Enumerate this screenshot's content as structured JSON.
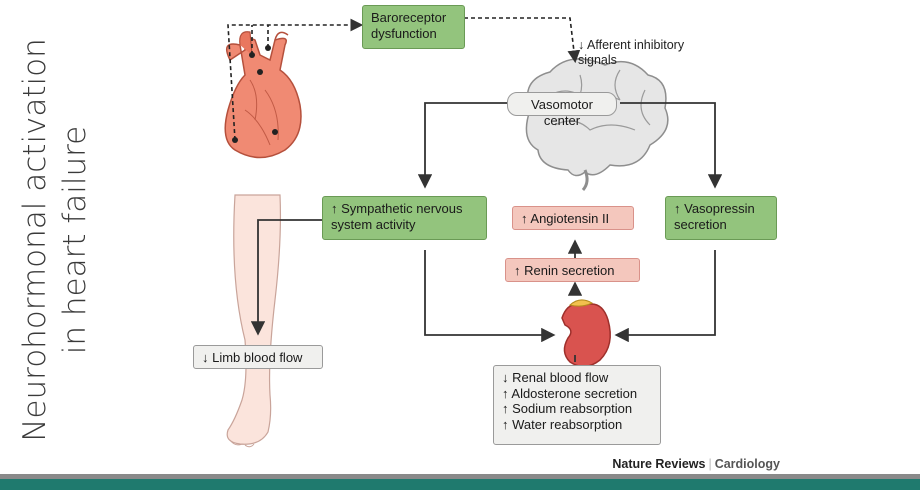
{
  "slide_title": {
    "line1": "Neurohormonal activation",
    "line2": "in heart failure"
  },
  "diagram": {
    "baroreceptor": "Baroreceptor dysfunction",
    "afferent": "↓ Afferent inhibitory signals",
    "vasomotor": "Vasomotor center",
    "sympathetic": "↑ Sympathetic nervous system activity",
    "vasopressin": "↑ Vasopressin secretion",
    "angiotensin": "↑ Angiotensin II",
    "renin": "↑ Renin secretion",
    "limb": "↓ Limb blood flow",
    "renal_effects": [
      "↓ Renal blood flow",
      "↑ Aldosterone secretion",
      "↑ Sodium reabsorption",
      "↑ Water reabsorption"
    ]
  },
  "credit": {
    "publisher": "Nature Reviews",
    "journal": "Cardiology"
  },
  "colors": {
    "green_box": "#93c47d",
    "pink_box": "#f4c7bd",
    "footer_grey": "#8a8a8a",
    "footer_teal": "#1f7a6e"
  }
}
